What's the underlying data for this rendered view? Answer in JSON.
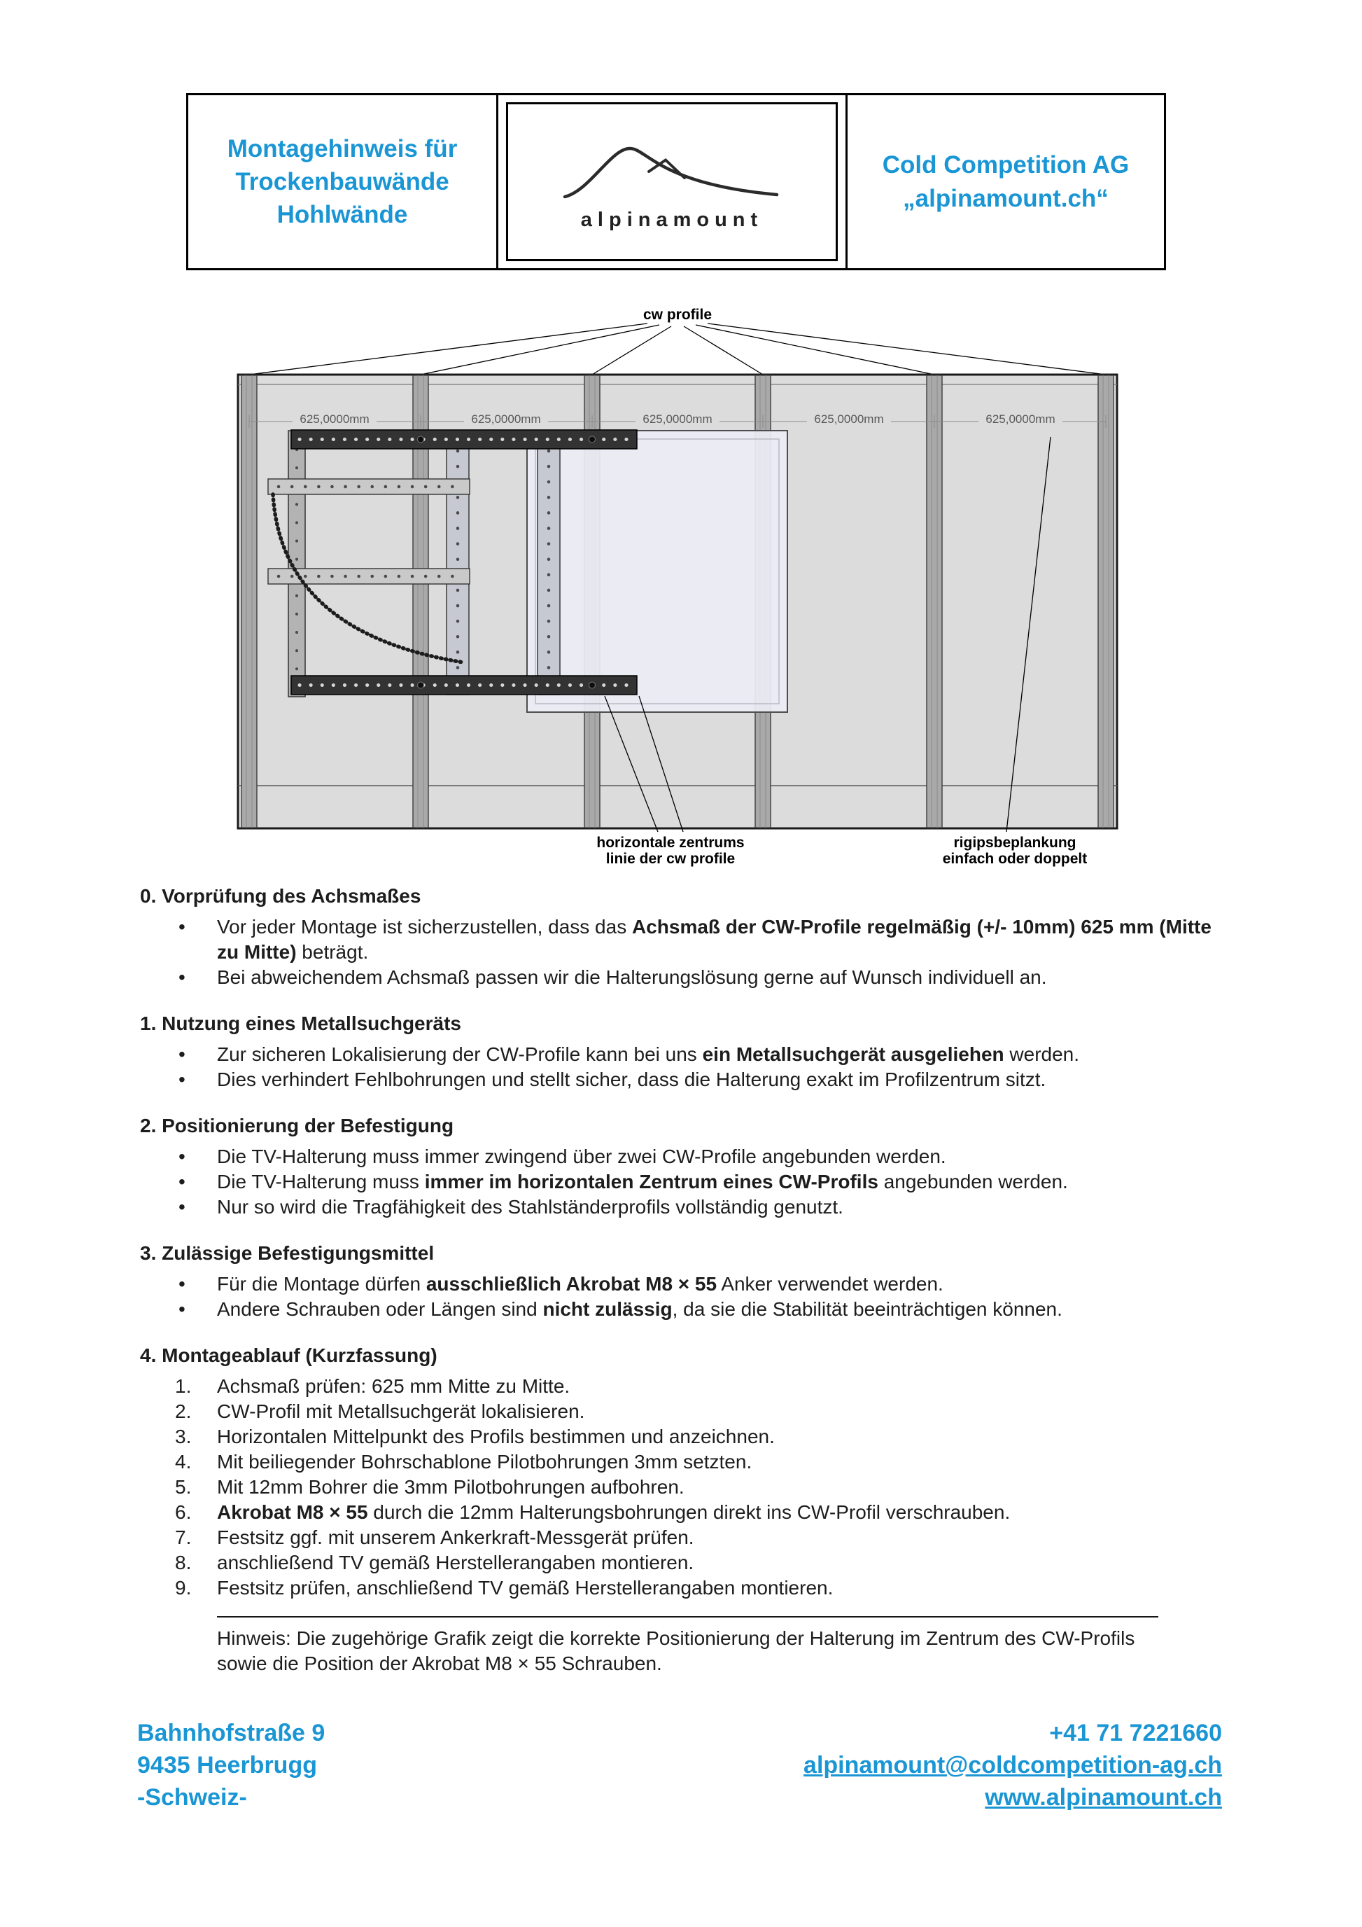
{
  "colors": {
    "accent_blue": "#1a96d4",
    "wall_gray": "#dcdcdc"
  },
  "header": {
    "left_lines": [
      "Montagehinweis für",
      "Trockenbauwände",
      "Hohlwände"
    ],
    "logo_text": "alpinamount",
    "right_lines": [
      "Cold Competition AG",
      "„alpinamount.ch“"
    ]
  },
  "diagram": {
    "cw_profile_label": "cw profile",
    "dim_label": "625,0000mm",
    "center_label_line1": "horizontale zentrums",
    "center_label_line2": "linie der cw profile",
    "plank_label_line1": "rigipsbeplankung",
    "plank_label_line2": "einfach oder doppelt"
  },
  "list_markers": {
    "bullet": "•"
  },
  "sections": [
    {
      "heading": "0. Vorprüfung des Achsmaßes",
      "bullets": [
        [
          {
            "t": "Vor jeder Montage ist sicherzustellen, dass das "
          },
          {
            "t": "Achsmaß der CW-Profile regelmäßig (+/- 10mm) 625 mm (Mitte zu Mitte)",
            "b": true
          },
          {
            "t": " beträgt."
          }
        ],
        [
          {
            "t": "Bei abweichendem Achsmaß passen wir die Halterungslösung gerne auf Wunsch individuell an."
          }
        ]
      ]
    },
    {
      "heading": "1. Nutzung eines Metallsuchgeräts",
      "bullets": [
        [
          {
            "t": "Zur sicheren Lokalisierung der CW-Profile kann bei uns "
          },
          {
            "t": "ein Metallsuchgerät ausgeliehen",
            "b": true
          },
          {
            "t": " werden."
          }
        ],
        [
          {
            "t": "Dies verhindert Fehlbohrungen und stellt sicher, dass die Halterung exakt im Profilzentrum sitzt."
          }
        ]
      ]
    },
    {
      "heading": "2. Positionierung der Befestigung",
      "bullets": [
        [
          {
            "t": "Die TV-Halterung muss immer zwingend über zwei CW-Profile angebunden werden."
          }
        ],
        [
          {
            "t": "Die TV-Halterung muss "
          },
          {
            "t": "immer im horizontalen Zentrum eines CW-Profils",
            "b": true
          },
          {
            "t": " angebunden werden."
          }
        ],
        [
          {
            "t": "Nur so wird die Tragfähigkeit des Stahlständerprofils vollständig genutzt."
          }
        ]
      ]
    },
    {
      "heading": "3. Zulässige Befestigungsmittel",
      "bullets": [
        [
          {
            "t": "Für die Montage dürfen "
          },
          {
            "t": "ausschließlich Akrobat M8 × 55",
            "b": true
          },
          {
            "t": " Anker verwendet werden."
          }
        ],
        [
          {
            "t": "Andere Schrauben oder Längen sind "
          },
          {
            "t": "nicht zulässig",
            "b": true
          },
          {
            "t": ", da sie die Stabilität beeinträchtigen können."
          }
        ]
      ]
    },
    {
      "heading": "4. Montageablauf (Kurzfassung)",
      "items": [
        {
          "n": "1.",
          "segments": [
            {
              "t": "Achsmaß prüfen: 625 mm Mitte zu Mitte."
            }
          ]
        },
        {
          "n": "2.",
          "segments": [
            {
              "t": "CW-Profil mit Metallsuchgerät lokalisieren."
            }
          ]
        },
        {
          "n": "3.",
          "segments": [
            {
              "t": "Horizontalen Mittelpunkt des Profils bestimmen und anzeichnen."
            }
          ]
        },
        {
          "n": "4.",
          "segments": [
            {
              "t": "Mit beiliegender Bohrschablone Pilotbohrungen 3mm setzten."
            }
          ]
        },
        {
          "n": "5.",
          "segments": [
            {
              "t": "Mit 12mm Bohrer die 3mm Pilotbohrungen aufbohren."
            }
          ]
        },
        {
          "n": "6.",
          "segments": [
            {
              "t": "Akrobat M8 × 55",
              "b": true
            },
            {
              "t": " durch die 12mm Halterungsbohrungen direkt ins CW-Profil verschrauben."
            }
          ]
        },
        {
          "n": "7.",
          "segments": [
            {
              "t": "Festsitz ggf. mit unserem Ankerkraft-Messgerät prüfen."
            }
          ]
        },
        {
          "n": "8.",
          "segments": [
            {
              "t": "anschließend TV gemäß Herstellerangaben montieren."
            }
          ]
        },
        {
          "n": "9.",
          "segments": [
            {
              "t": "Festsitz prüfen, anschließend TV gemäß Herstellerangaben montieren."
            }
          ]
        }
      ]
    }
  ],
  "note": "Hinweis: Die zugehörige Grafik zeigt die korrekte Positionierung der Halterung im Zentrum des CW-Profils sowie die Position der Akrobat M8 × 55 Schrauben.",
  "footer": {
    "address_lines": [
      "Bahnhofstraße 9",
      "9435 Heerbrugg",
      "-Schweiz-"
    ],
    "phone": "+41 71 7221660",
    "email": "alpinamount@coldcompetition-ag.ch",
    "website": "www.alpinamount.ch"
  }
}
